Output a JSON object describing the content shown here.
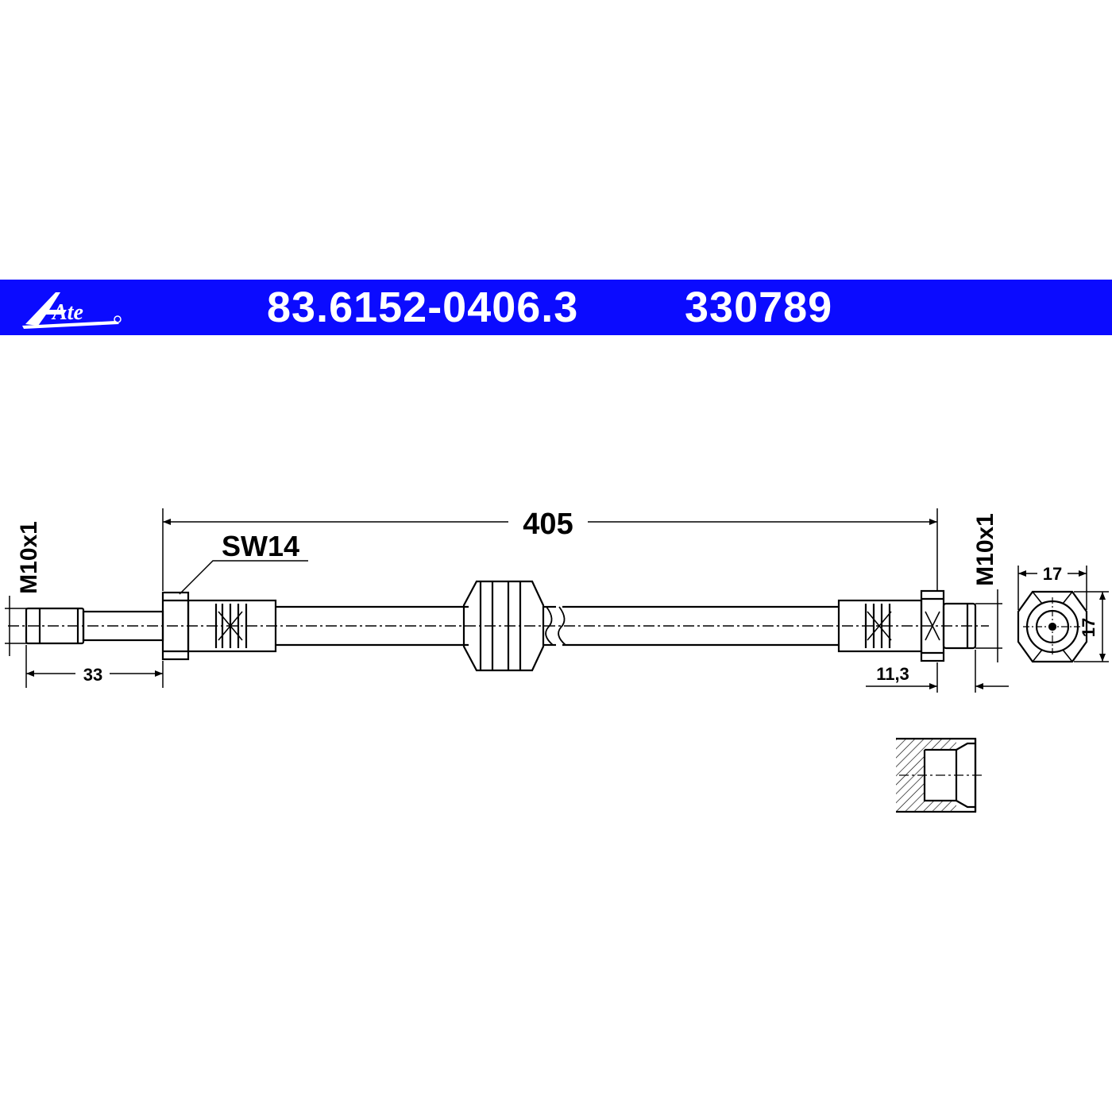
{
  "header": {
    "brand": "Ate",
    "part_number": "83.6152-0406.3",
    "ref_number": "330789",
    "background_color": "#0b0bff",
    "text_color": "#ffffff"
  },
  "dimensions": {
    "overall_length": "405",
    "left_thread": "M10x1",
    "right_thread": "M10x1",
    "wrench_size": "SW14",
    "left_thread_length": "33",
    "right_fitting_length": "11,3",
    "end_view_width": "17",
    "end_view_height": "17"
  }
}
